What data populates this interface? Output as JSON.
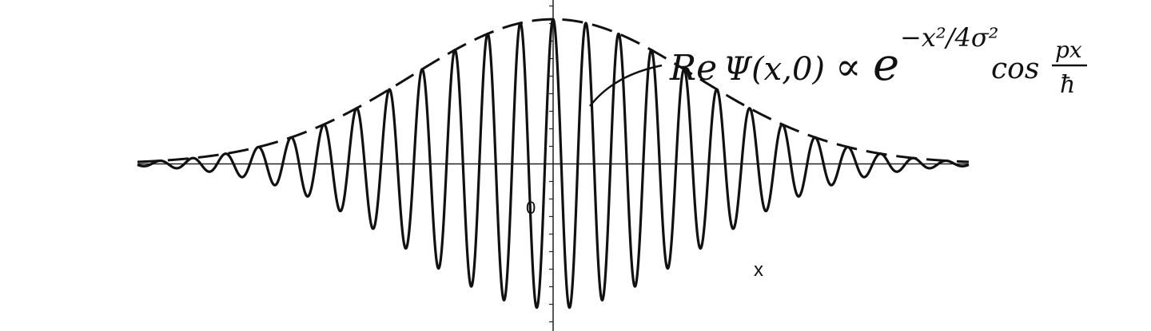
{
  "chart_data": {
    "type": "line",
    "xlabel": "x",
    "ylabel": "",
    "origin_label": "0",
    "annotation": {
      "re": "Re",
      "psi": "Ψ(x,0)",
      "prop": "∝",
      "e": "e",
      "exponent": "−x²/4σ²",
      "cos": "cos",
      "frac_num": "px",
      "frac_den": "ħ"
    },
    "xlim": [
      -6.2,
      6.2
    ],
    "ylim": [
      -1.1,
      1.1
    ],
    "grid": false,
    "legend": "none",
    "series": [
      {
        "style": "solid",
        "function": "exp(-x^2/(4*sigma^2))*cos(p*x/hbar)",
        "sigma": 1.5,
        "p_over_hbar": 12.85
      },
      {
        "style": "dashed",
        "function": "exp(-x^2/(4*sigma^2))",
        "sigma": 1.5
      }
    ]
  }
}
